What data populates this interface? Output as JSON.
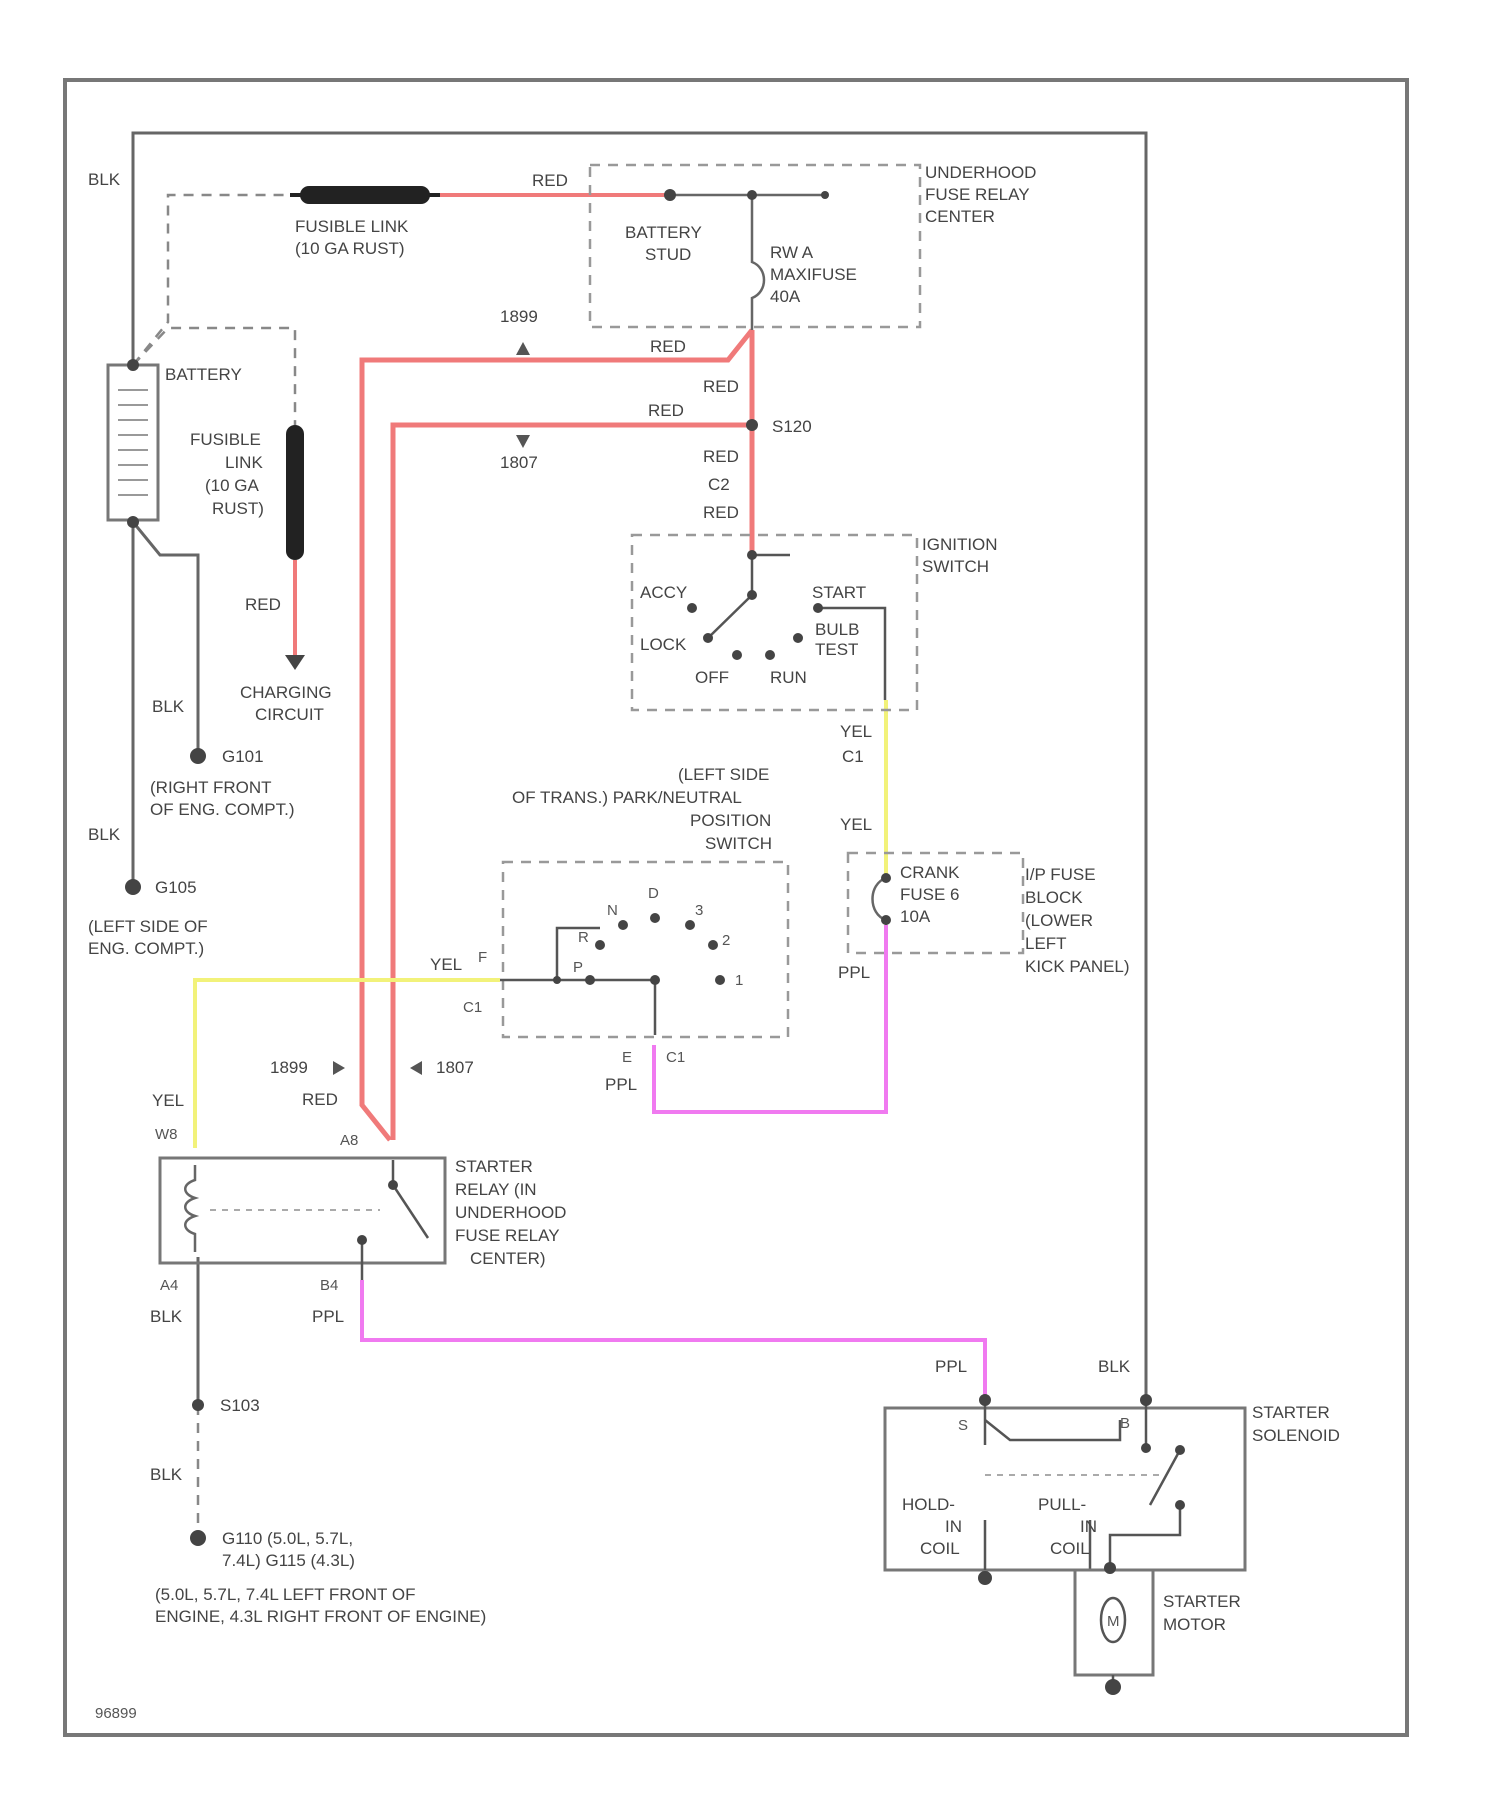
{
  "colors": {
    "frame": "#777777",
    "wire_red": "#f07a7a",
    "wire_yellow": "#f2f27a",
    "wire_pink": "#f07af0",
    "wire_black": "#666666"
  },
  "fig_id": "96899",
  "wire_colors": {
    "blk": "BLK",
    "red": "RED",
    "yel": "YEL",
    "ppl": "PPL"
  },
  "components": {
    "fusible_link_top": {
      "line1": "FUSIBLE LINK",
      "line2": "(10 GA RUST)"
    },
    "underhood_center": {
      "line1": "UNDERHOOD",
      "line2": "FUSE RELAY",
      "line3": "CENTER"
    },
    "battery_stud": {
      "line1": "BATTERY",
      "line2": "STUD"
    },
    "maxifuse": {
      "line1": "RW A",
      "line2": "MAXIFUSE",
      "line3": "40A"
    },
    "battery": {
      "label": "BATTERY"
    },
    "fusible_link_side": {
      "line1": "FUSIBLE",
      "line2": "LINK",
      "line3": "(10 GA",
      "line4": "RUST)"
    },
    "charging": {
      "line1": "CHARGING",
      "line2": "CIRCUIT"
    },
    "ignition": {
      "title1": "IGNITION",
      "title2": "SWITCH",
      "accy": "ACCY",
      "lock": "LOCK",
      "off": "OFF",
      "run": "RUN",
      "start": "START",
      "bulb1": "BULB",
      "bulb2": "TEST"
    },
    "pnp_switch": {
      "line1": "(LEFT SIDE",
      "line2": "OF TRANS.) PARK/NEUTRAL",
      "line3": "POSITION",
      "line4": "SWITCH",
      "p": "P",
      "r": "R",
      "n": "N",
      "d": "D",
      "three": "3",
      "two": "2",
      "one": "1",
      "pin_f": "F",
      "pin_e": "E",
      "c1a": "C1",
      "c1b": "C1"
    },
    "crank_fuse": {
      "line1": "CRANK",
      "line2": "FUSE 6",
      "line3": "10A"
    },
    "fuse_block": {
      "line1": "I/P FUSE",
      "line2": "BLOCK",
      "line3": "(LOWER",
      "line4": "LEFT",
      "line5": "KICK PANEL)"
    },
    "starter_relay": {
      "line1": "STARTER",
      "line2": "RELAY (IN",
      "line3": "UNDERHOOD",
      "line4": "FUSE RELAY",
      "line5": "CENTER)",
      "pin_w": "W8",
      "pin_a": "A8",
      "pin_a4": "A4",
      "pin_b4": "B4"
    },
    "starter_solenoid": {
      "line1": "STARTER",
      "line2": "SOLENOID",
      "hold1": "HOLD-",
      "hold2": "IN",
      "hold3": "COIL",
      "pull1": "PULL-",
      "pull2": "IN",
      "pull3": "COIL",
      "pin_s": "S",
      "pin_b": "B"
    },
    "starter_motor": {
      "line1": "STARTER",
      "line2": "MOTOR",
      "symbol": "M"
    }
  },
  "connectors": {
    "s120": "S120",
    "c2": "C2",
    "c1": "C1",
    "n1899": "1899",
    "n1807": "1807"
  },
  "grounds": {
    "g101": "G101",
    "g101_loc1": "(RIGHT FRONT",
    "g101_loc2": "OF ENG. COMPT.)",
    "g105": "G105",
    "g105_loc1": "(LEFT SIDE OF",
    "g105_loc2": "ENG. COMPT.)",
    "s103": "S103",
    "g110": "G110 (5.0L, 5.7L,",
    "g110b": "7.4L) G115 (4.3L)",
    "g110_loc1": "(5.0L, 5.7L, 7.4L LEFT FRONT OF",
    "g110_loc2": "ENGINE, 4.3L RIGHT FRONT OF ENGINE)"
  }
}
